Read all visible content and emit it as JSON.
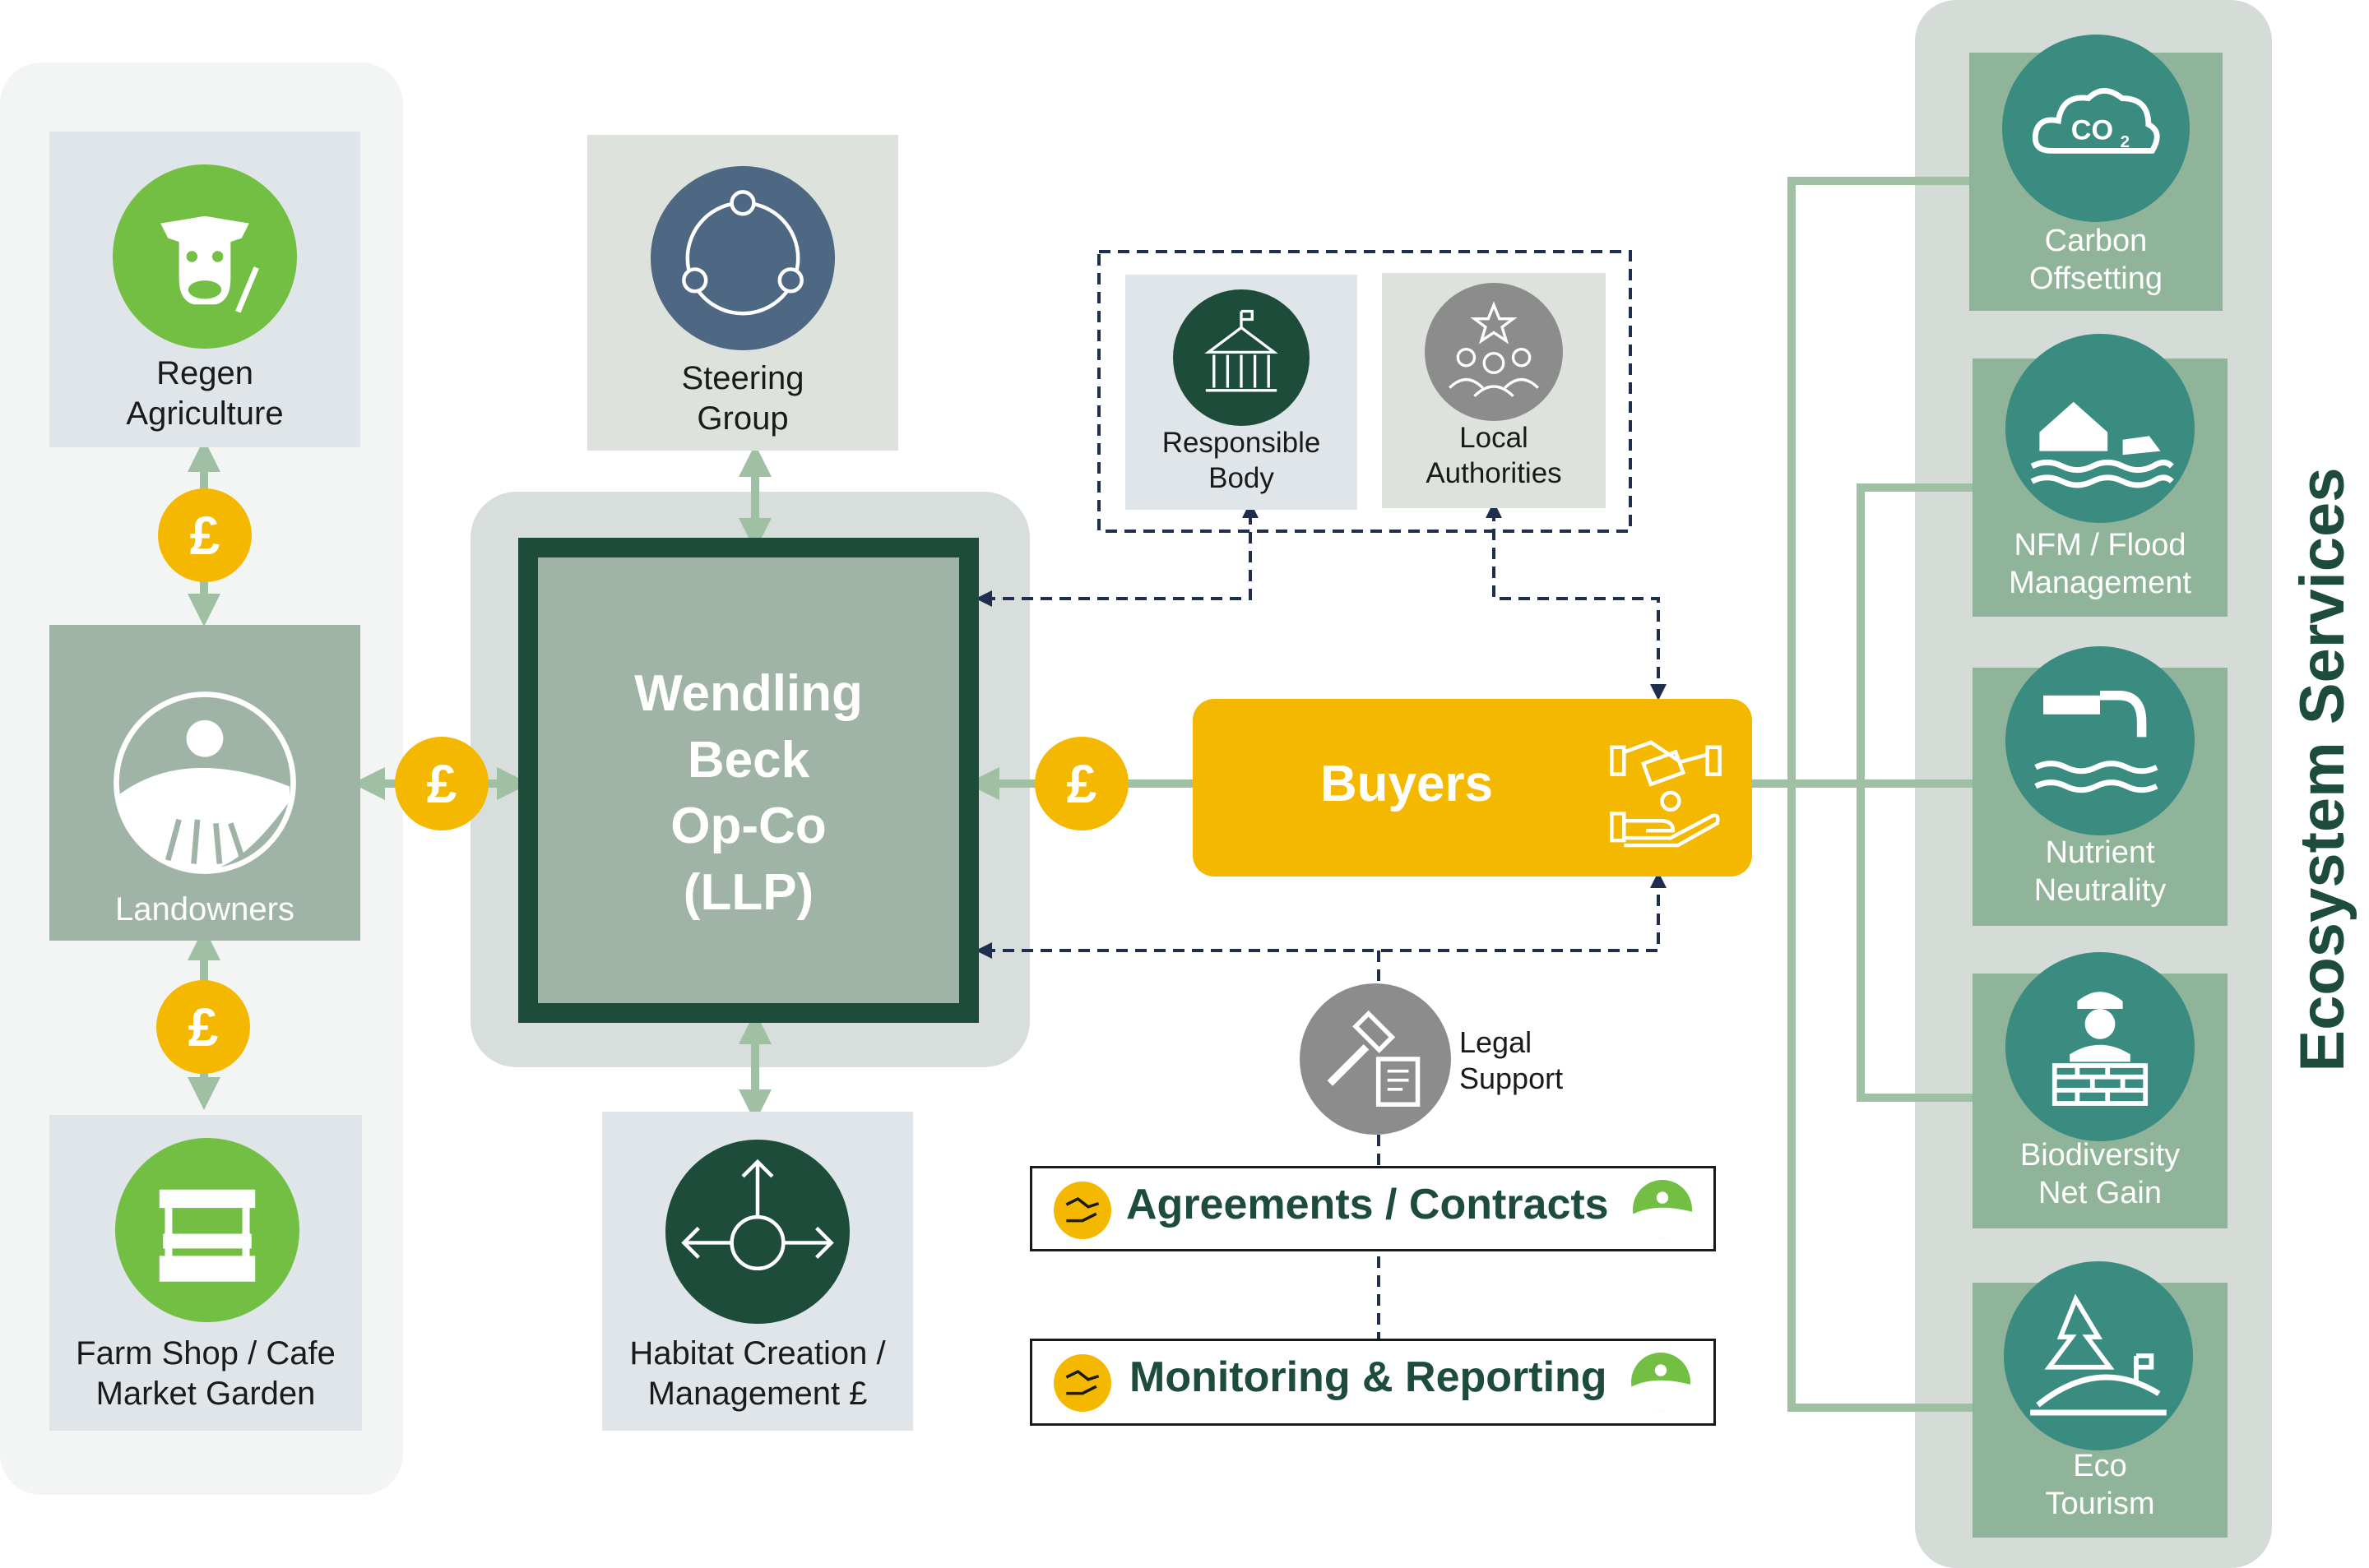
{
  "colors": {
    "accent_green": "#1d4d3a",
    "light_green": "#72bf44",
    "sage_panel": "#8fb49a",
    "core_grey": "#9fb3a7",
    "gold": "#f5b800",
    "slate_blue": "#4e6782",
    "grey_icon": "#8c8c8c",
    "teal_icon": "#3a8c80",
    "connector_green": "#9fc0a3",
    "dashed_navy": "#1f2d4e"
  },
  "left": {
    "regen": {
      "label": "Regen\nAgriculture",
      "icon": "cow-icon"
    },
    "landowners": {
      "label": "Landowners",
      "icon": "landscape-icon"
    },
    "farmshop": {
      "label": "Farm Shop / Cafe\nMarket Garden",
      "icon": "market-stall-icon"
    }
  },
  "center": {
    "steering": {
      "label": "Steering\nGroup",
      "icon": "people-circle-icon"
    },
    "opco": {
      "label": "Wendling\nBeck\nOp-Co\n(LLP)"
    },
    "habitat": {
      "label": "Habitat Creation /\nManagement £",
      "icon": "money-flow-icon"
    }
  },
  "top_right": {
    "responsible": {
      "label": "Responsible\nBody",
      "icon": "government-building-icon"
    },
    "local": {
      "label": "Local\nAuthorities",
      "icon": "community-icon"
    }
  },
  "buyers": {
    "label": "Buyers",
    "icon": "handshake-icon"
  },
  "legal": {
    "label": "Legal\nSupport",
    "icon": "gavel-icon"
  },
  "agreements": {
    "label": "Agreements / Contracts"
  },
  "monitoring": {
    "label": "Monitoring & Reporting"
  },
  "pound_symbol": "£",
  "ecosystem": {
    "title": "Ecosystem Services",
    "services": [
      {
        "label": "Carbon\nOffsetting",
        "icon": "co2-cloud-icon"
      },
      {
        "label": "NFM / Flood\nManagement",
        "icon": "flood-house-icon"
      },
      {
        "label": "Nutrient\nNeutrality",
        "icon": "water-pipe-icon"
      },
      {
        "label": "Biodiversity\nNet Gain",
        "icon": "builder-icon"
      },
      {
        "label": "Eco\nTourism",
        "icon": "forest-hill-icon"
      }
    ]
  }
}
